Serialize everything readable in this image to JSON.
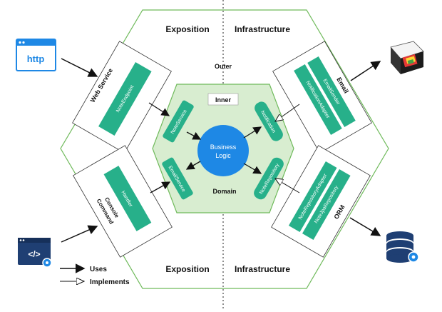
{
  "sections": {
    "top_left": "Exposition",
    "top_right": "Infrastructure",
    "bottom_left": "Exposition",
    "bottom_right": "Infrastructure",
    "outer": "Outer",
    "inner": "Inner",
    "domain": "Domain"
  },
  "core": {
    "line1": "Business",
    "line2": "Logic"
  },
  "adapters": {
    "web_service": {
      "title": "Web Service",
      "component": "NoteEndpoint"
    },
    "console": {
      "title_line1": "Console",
      "title_line2": "Command",
      "component": "Handler"
    },
    "email": {
      "title": "Email",
      "components": [
        "EmailSender",
        "NotificationAdapter"
      ]
    },
    "orm": {
      "title": "ORM",
      "components": [
        "NoteRepositoryAdapter",
        "NoteJpaRepository"
      ]
    }
  },
  "ports": [
    "NoteService",
    "EmailService",
    "Notification",
    "NoteRepository"
  ],
  "external": {
    "http_icon_text": "http",
    "terminal_icon_text": "</>"
  },
  "legend": {
    "uses": "Uses",
    "implements": "Implements"
  },
  "colors": {
    "green": "#6fba5b",
    "domain_fill": "#d8edd0",
    "teal": "#27b08a",
    "blue": "#1e88e5",
    "navy": "#1f3f73"
  }
}
